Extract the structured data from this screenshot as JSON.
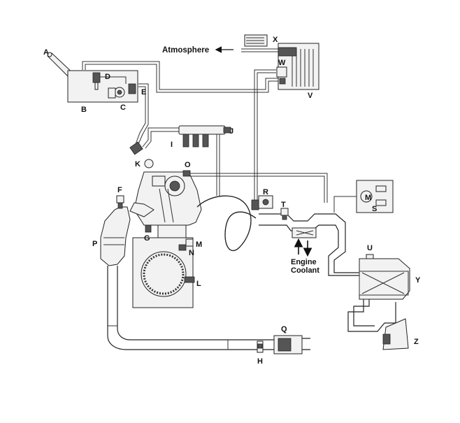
{
  "labels": {
    "A": "A",
    "B": "B",
    "C": "C",
    "D": "D",
    "E": "E",
    "F": "F",
    "G": "G",
    "H": "H",
    "I": "I",
    "J": "J",
    "K": "K",
    "L": "L",
    "M": "M",
    "N": "N",
    "O": "O",
    "P": "P",
    "Q": "Q",
    "R": "R",
    "S": "S",
    "T": "T",
    "U": "U",
    "V": "V",
    "W": "W",
    "X": "X",
    "Y": "Y",
    "Z": "Z"
  },
  "atmosphere": "Atmosphere",
  "coolant_line1": "Engine",
  "coolant_line2": "Coolant",
  "motor_symbol": "M"
}
